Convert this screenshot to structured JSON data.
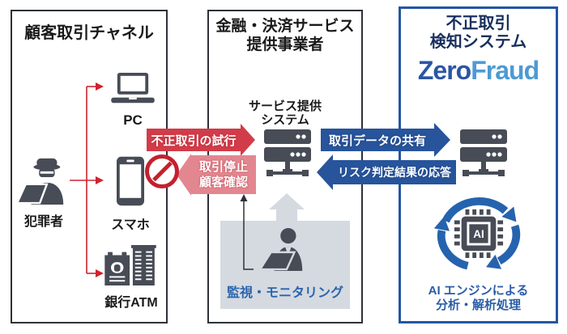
{
  "left_panel": {
    "title": "顧客取引チャネル",
    "channels": [
      {
        "label": "PC",
        "icon": "laptop-icon"
      },
      {
        "label": "スマホ",
        "icon": "smartphone-icon"
      },
      {
        "label": "銀行ATM",
        "icon": "bank-atm-icon"
      }
    ],
    "actor": {
      "label": "犯罪者",
      "icon": "criminal-icon"
    }
  },
  "middle_panel": {
    "title": [
      "金融・決済サービス",
      "提供事業者"
    ],
    "system_label": [
      "サービス提供",
      "システム"
    ],
    "system_icon": "server-icon",
    "monitoring": {
      "label": "監視・モニタリング",
      "icon": "operator-icon"
    }
  },
  "right_panel": {
    "title": [
      "不正取引",
      "検知システム"
    ],
    "logo": {
      "part1": "Zero",
      "part2": "Fraud"
    },
    "system_icon": "server-icon",
    "ai": {
      "chip_label": "AI",
      "caption": [
        "AI エンジンによる",
        "分析・解析処理"
      ],
      "icon": "ai-cycle-icon"
    }
  },
  "flows": {
    "fraud_attempt": {
      "label": "不正取引の試行",
      "direction": "right"
    },
    "stop": {
      "lines": [
        "取引停止",
        "顧客確認"
      ],
      "direction": "left",
      "icon": "prohibition-icon"
    },
    "data_share": {
      "label": "取引データの共有",
      "direction": "right"
    },
    "risk_response": {
      "label": "リスク判定結果の応答",
      "direction": "left"
    }
  },
  "colors": {
    "panel_border": "#2e3138",
    "detection_border_blue": "#2456a4",
    "icon_gray": "#474c56",
    "red_arrow": "#d23c49",
    "pink_arrow": "#e28790",
    "blue_arrow": "#27549b",
    "prohibition_red": "#c5202e",
    "monitor_bg": "#d5dae1",
    "monitor_text": "#2b64ae",
    "navy_title": "#182f5d",
    "logo_blue_dark": "#2b55a5",
    "logo_blue_light": "#4d9ad3",
    "connector_red": "#cf2231"
  }
}
